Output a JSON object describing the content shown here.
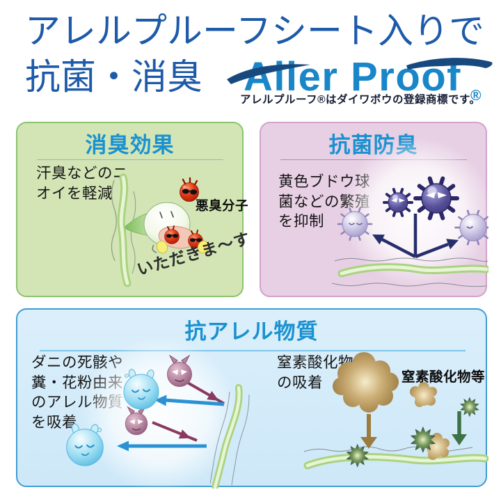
{
  "header": {
    "title_line1": "アレルプルーフシート入りで",
    "title_line2": "抗菌・消臭",
    "logo": {
      "text": "Aller Proof",
      "registered_mark": "®"
    },
    "trademark_note": "アレルプルーフ®はダイワボウの登録商標です。"
  },
  "panels": {
    "deodorant": {
      "title": "消臭効果",
      "desc_line1": "汗臭などのニ",
      "desc_line2": "オイを軽減",
      "molecule_label": "悪臭分子",
      "speech": "いただきま〜す"
    },
    "antibacterial": {
      "title": "抗菌防臭",
      "desc_line1": "黄色ブドウ球",
      "desc_line2": "菌などの繁殖",
      "desc_line3": "を抑制"
    },
    "anti_allergen": {
      "title": "抗アレル物質",
      "left_desc_line1": "ダニの死骸や",
      "left_desc_line2": "糞・花粉由来",
      "left_desc_line3": "のアレル物質",
      "left_desc_line4": "を吸着",
      "right_desc_line1": "窒素酸化物等",
      "right_desc_line2": "の吸着",
      "right_label": "窒素酸化物等"
    }
  },
  "colors": {
    "main_title_blue": "#1d5aa9",
    "panel_title_blue": "#1a91d0",
    "logo_blue": "#1886c8",
    "logo_swoosh_navy": "#17497f",
    "green_panel_bg": "#d3e5b5",
    "green_panel_border": "#8cc26e",
    "pink_panel_bg": "#e7cfe4",
    "pink_panel_border": "#d2a2ca",
    "blue_panel_bg": "#d4ebf9",
    "blue_panel_border": "#3f9bd4",
    "repel_arrow_navy": "#262e6b",
    "attack_arrow_maroon": "#8a3a5e",
    "adsorb_arrow_blue": "#2a92d4",
    "nox_brown": "#9c7c3e",
    "nox_green": "#3e7246",
    "fiber_green": "#a9d381"
  }
}
